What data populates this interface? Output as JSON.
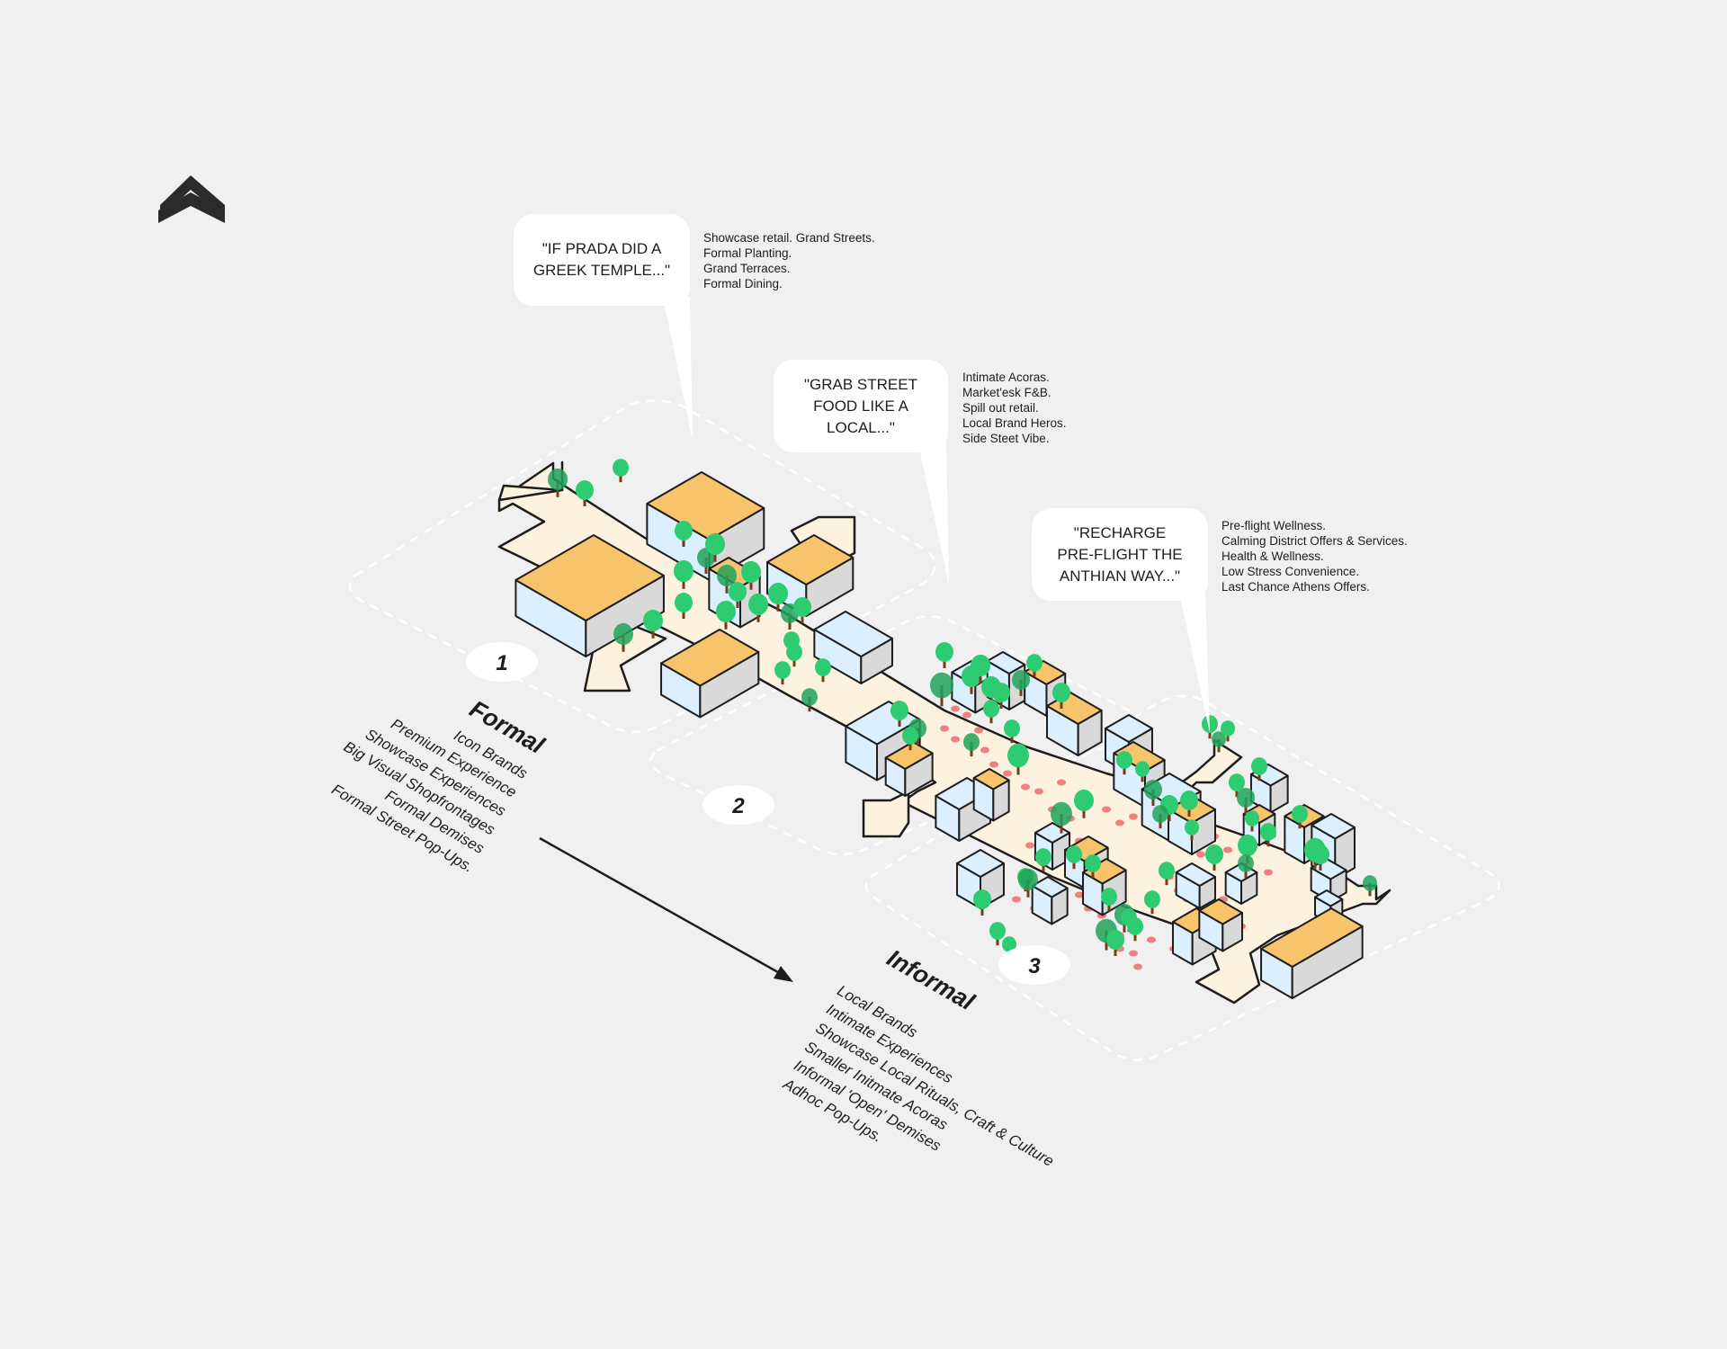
{
  "colors": {
    "background": "#f0f0f0",
    "roof": "#f7c46c",
    "wall_light": "#dcefff",
    "wall_grey": "#d9d9d9",
    "street": "#fdf2e0",
    "tree": "#2ecc71",
    "tree_dark": "#1fa35a",
    "trunk": "#7a3b1a",
    "dot": "#f08080",
    "ink": "#1d1d1d"
  },
  "icons": {
    "north_indicator": "chevron-up-icon"
  },
  "callouts": [
    {
      "quote_lines": [
        "\"IF PRADA DID A",
        "GREEK TEMPLE...\""
      ],
      "notes": [
        "Showcase retail. Grand Streets.",
        "Formal Planting.",
        "Grand Terraces.",
        "Formal Dining."
      ]
    },
    {
      "quote_lines": [
        "\"GRAB STREET",
        "FOOD LIKE A",
        "LOCAL...\""
      ],
      "notes": [
        "Intimate Acoras.",
        "Market'esk F&B.",
        "Spill out retail.",
        "Local Brand Heros.",
        "Side Steet Vibe."
      ]
    },
    {
      "quote_lines": [
        "\"RECHARGE",
        "PRE-FLIGHT THE",
        "ANTHIAN WAY...\""
      ],
      "notes": [
        "Pre-flight Wellness.",
        "Calming District Offers & Services.",
        "Health & Wellness.",
        "Low Stress Convenience.",
        "Last Chance Athens Offers."
      ]
    }
  ],
  "zones": [
    {
      "number": "1"
    },
    {
      "number": "2"
    },
    {
      "number": "3"
    }
  ],
  "gradient": {
    "formal": {
      "label": "Formal",
      "items": [
        "Icon Brands",
        "Premium Experience",
        "Showcase Experiences",
        "Big Visual Shopfrontages",
        "Formal Demises",
        "Formal Street Pop-Ups."
      ]
    },
    "informal": {
      "label": "Informal",
      "items": [
        "Local Brands",
        "Intimate Experiences",
        "Showcase Local Rituals, Craft & Culture",
        "Smaller Initmate Acoras",
        "Informal 'Open' Demises",
        "Adhoc Pop-Ups."
      ]
    }
  }
}
